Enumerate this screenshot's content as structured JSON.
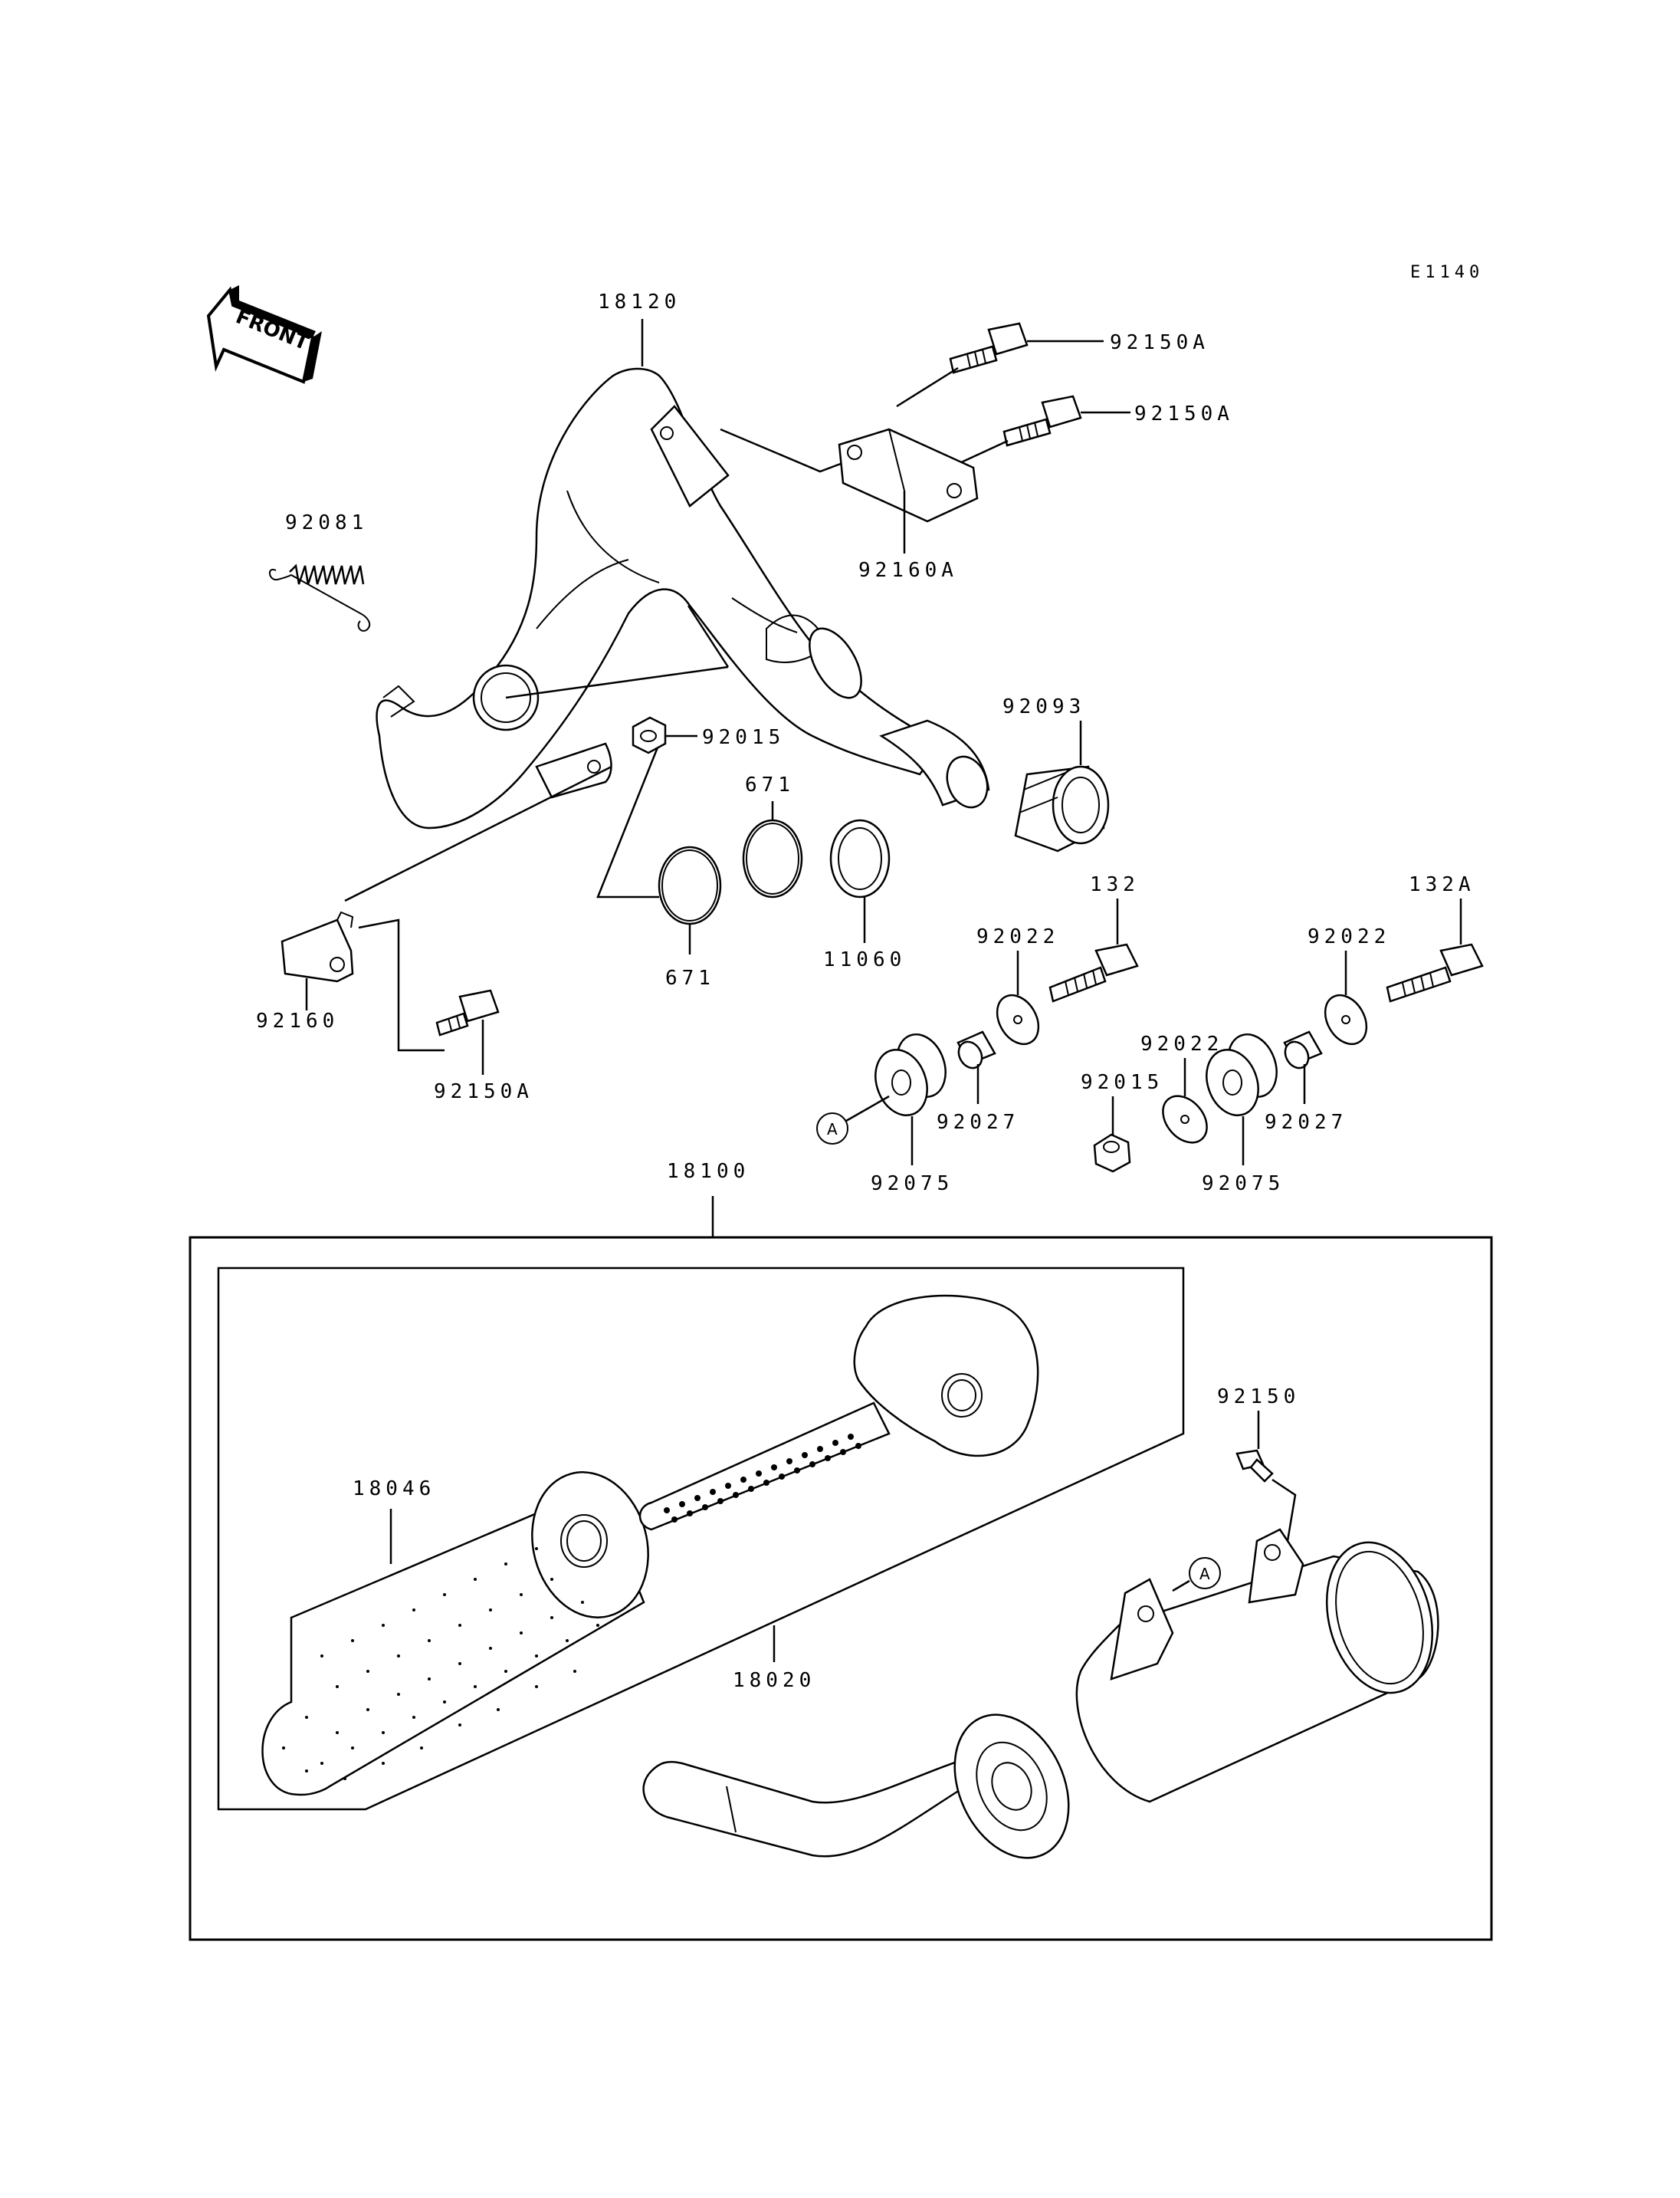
{
  "diagram_code": "E1140",
  "front_label": "FRONT",
  "parts": {
    "p18120": "18120",
    "p92150A_1": "92150A",
    "p92150A_2": "92150A",
    "p92160A": "92160A",
    "p92081": "92081",
    "p92015_1": "92015",
    "p671_1": "671",
    "p671_2": "671",
    "p11060": "11060",
    "p92093": "92093",
    "p92160": "92160",
    "p92150A_3": "92150A",
    "p132": "132",
    "p132A": "132A",
    "p92022_1": "92022",
    "p92022_2": "92022",
    "p92022_3": "92022",
    "p92027_1": "92027",
    "p92027_2": "92027",
    "p92015_2": "92015",
    "p92075_1": "92075",
    "p92075_2": "92075",
    "p18100": "18100",
    "p18046": "18046",
    "p18020": "18020",
    "p92150": "92150"
  },
  "ref_markers": {
    "a1": "A",
    "a2": "A"
  }
}
